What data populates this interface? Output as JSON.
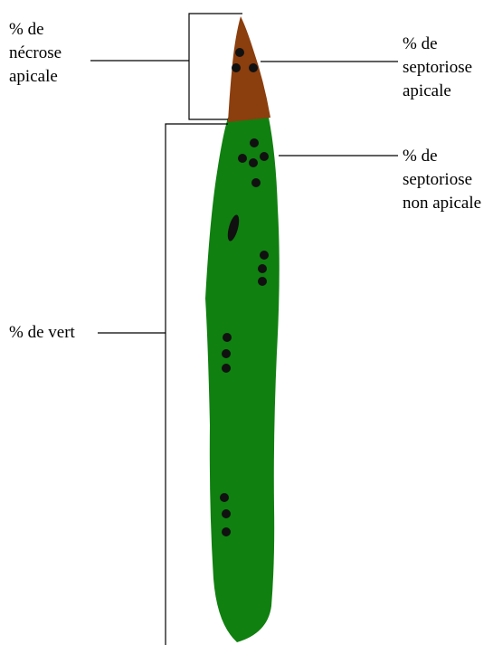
{
  "labels": {
    "necrose_apicale": [
      "% de",
      "nécrose",
      "apicale"
    ],
    "septoriose_apicale": [
      "% de",
      "septoriose",
      "apicale"
    ],
    "septoriose_non_apicale": [
      "% de",
      "septoriose",
      "non apicale"
    ],
    "vert": [
      "% de vert"
    ]
  },
  "colors": {
    "leaf_green": "#108010",
    "necrosis_brown": "#8b3e0e",
    "lesion_black": "#111111",
    "line": "#000000"
  }
}
